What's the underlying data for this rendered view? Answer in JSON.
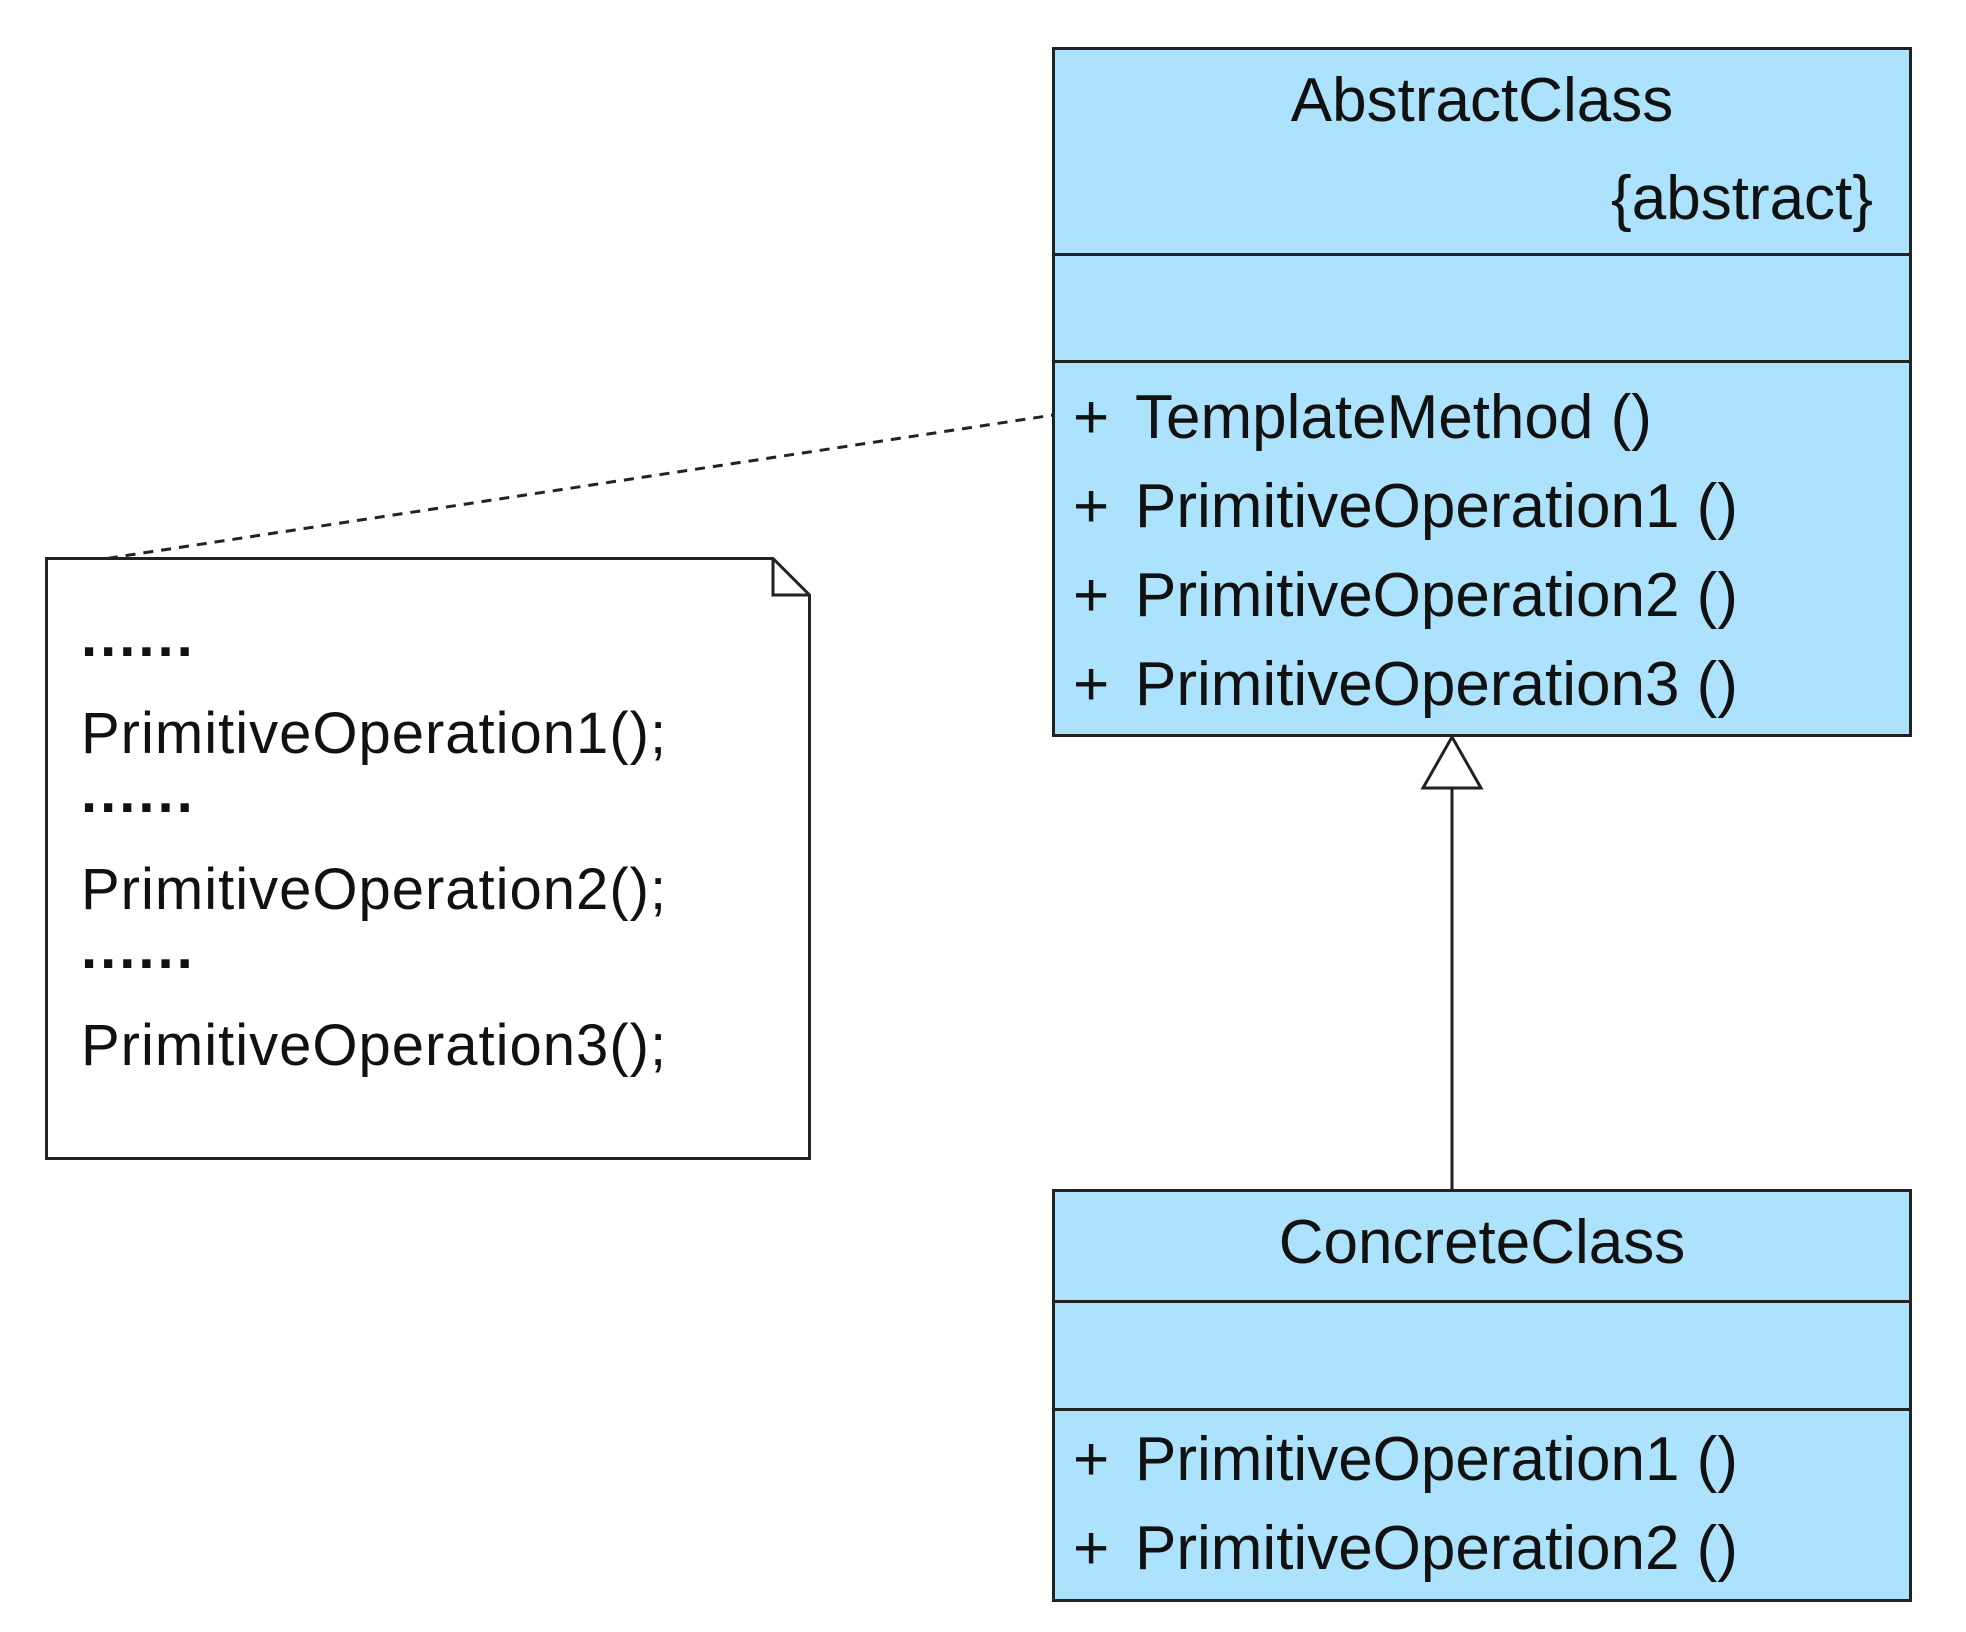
{
  "abstract_class": {
    "name": "AbstractClass",
    "stereotype": "{abstract}",
    "operations": [
      {
        "visibility": "+",
        "label": "TemplateMethod ()"
      },
      {
        "visibility": "+",
        "label": "PrimitiveOperation1 ()"
      },
      {
        "visibility": "+",
        "label": "PrimitiveOperation2 ()"
      },
      {
        "visibility": "+",
        "label": "PrimitiveOperation3 ()"
      }
    ]
  },
  "concrete_class": {
    "name": "ConcreteClass",
    "operations": [
      {
        "visibility": "+",
        "label": "PrimitiveOperation1 ()"
      },
      {
        "visibility": "+",
        "label": "PrimitiveOperation2 ()"
      }
    ]
  },
  "note": {
    "lines": [
      "......",
      "PrimitiveOperation1();",
      "......",
      "PrimitiveOperation2();",
      "......",
      "PrimitiveOperation3();"
    ]
  },
  "colors": {
    "class_fill": "#ade2fd",
    "border": "#222222",
    "background": "#ffffff"
  }
}
